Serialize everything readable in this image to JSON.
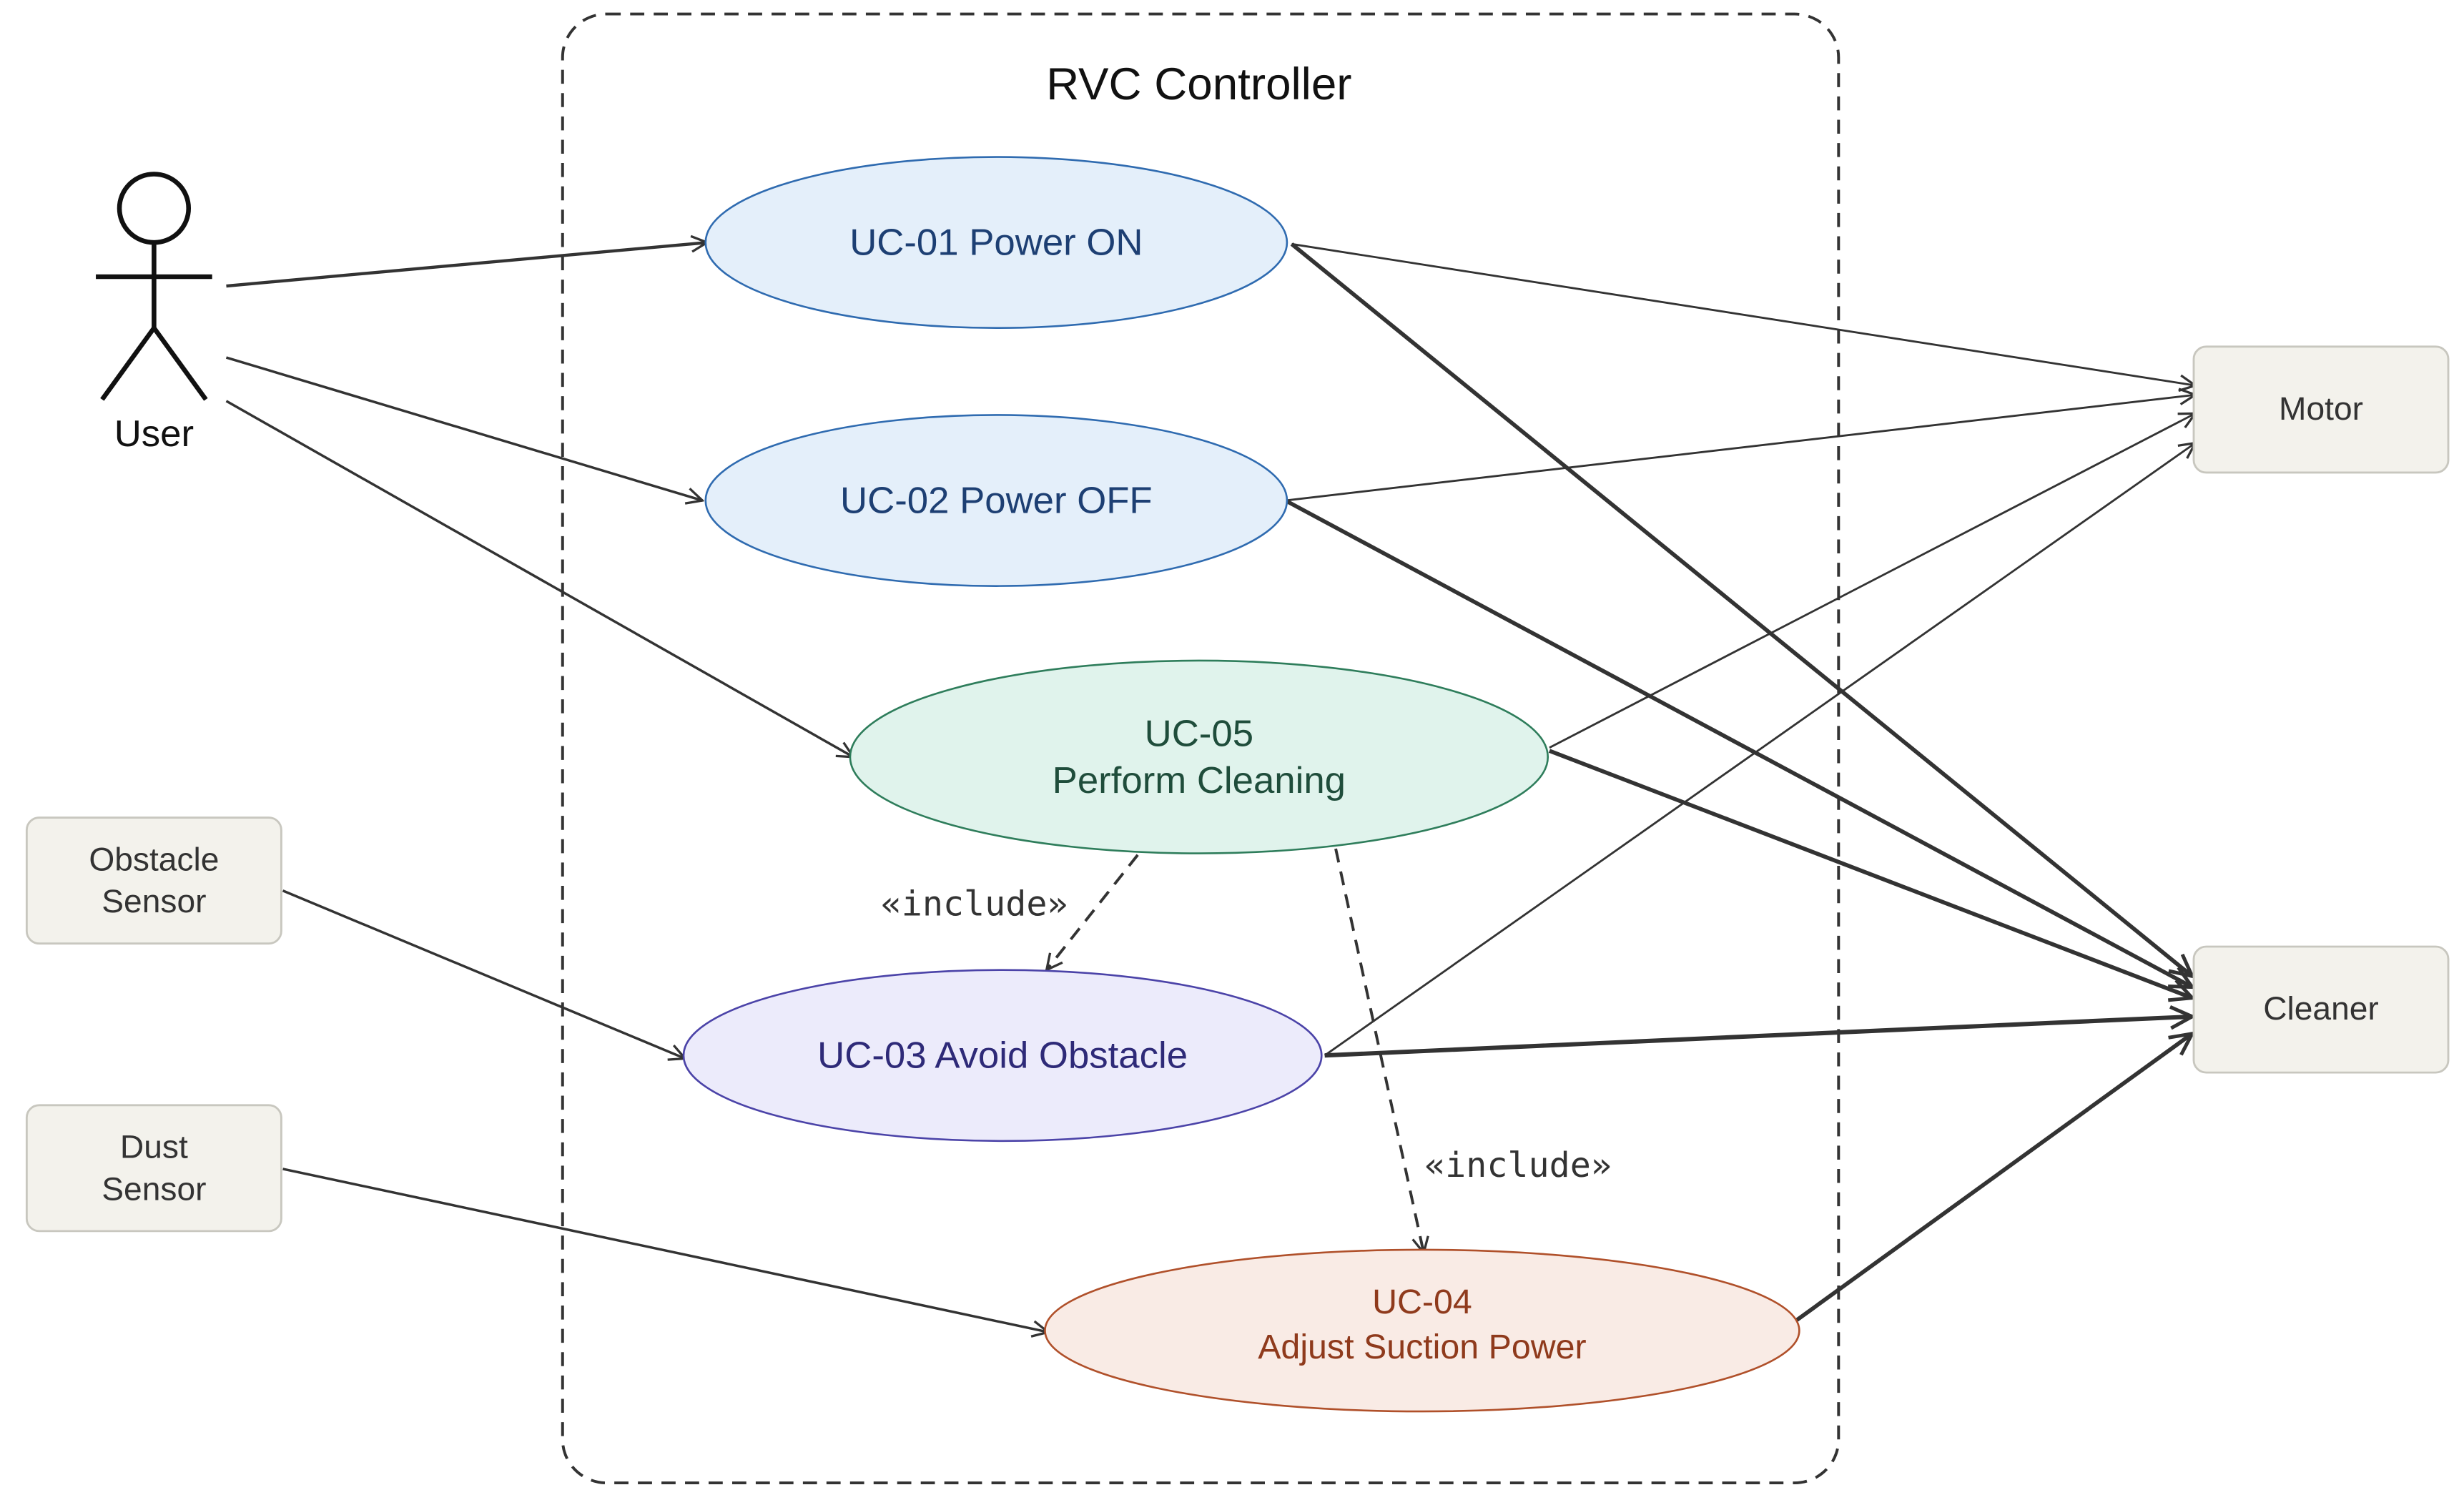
{
  "system": {
    "title": "RVC Controller"
  },
  "actors": {
    "user": {
      "label": "User"
    },
    "obstacle_sensor": {
      "line1": "Obstacle",
      "line2": "Sensor"
    },
    "dust_sensor": {
      "line1": "Dust",
      "line2": "Sensor"
    },
    "motor": {
      "label": "Motor"
    },
    "cleaner": {
      "label": "Cleaner"
    }
  },
  "use_cases": {
    "uc01": {
      "label": "UC-01 Power ON"
    },
    "uc02": {
      "label": "UC-02 Power OFF"
    },
    "uc05": {
      "line1": "UC-05",
      "line2": "Perform Cleaning"
    },
    "uc03": {
      "label": "UC-03 Avoid Obstacle"
    },
    "uc04": {
      "line1": "UC-04",
      "line2": "Adjust Suction Power"
    }
  },
  "relations": {
    "include_label": "«include»"
  },
  "colors": {
    "uc_blue_fill": "#e4effa",
    "uc_blue_stroke": "#2f6bb0",
    "uc_blue_text": "#1d3f73",
    "uc_green_fill": "#e0f3ec",
    "uc_green_stroke": "#2e7d5b",
    "uc_green_text": "#1f4d3b",
    "uc_purple_fill": "#ecebfb",
    "uc_purple_stroke": "#4b43a8",
    "uc_purple_text": "#2e2a78",
    "uc_orange_fill": "#f9ebe5",
    "uc_orange_stroke": "#b0502a",
    "uc_orange_text": "#8f3a1c",
    "actor_box_fill": "#f3f2ec",
    "actor_box_stroke": "#c8c7bf",
    "line": "#333333"
  }
}
